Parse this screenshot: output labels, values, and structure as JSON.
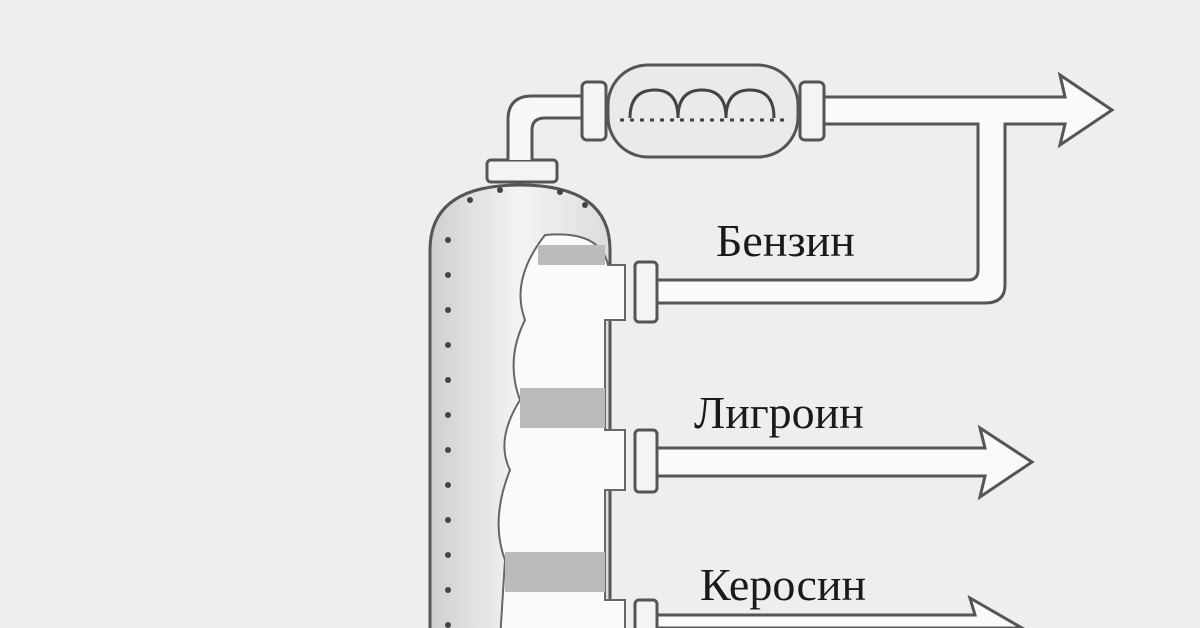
{
  "labels": {
    "gasoline": "Бензин",
    "naphtha": "Лигроин",
    "kerosene": "Керосин"
  },
  "colors": {
    "background": "#eeeeee",
    "stroke": "#555555",
    "fill": "#f8f8f8",
    "shade": "#bdbdbd"
  }
}
